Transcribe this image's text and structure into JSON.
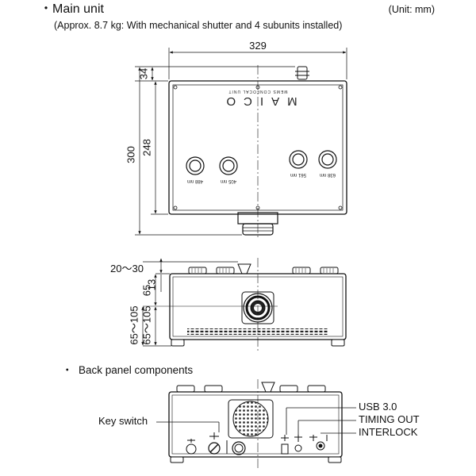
{
  "header": {
    "bullet": "・",
    "title": "Main unit",
    "unit": "(Unit: mm)",
    "note": "(Approx. 8.7 kg: With mechanical shutter and 4 subunits installed)"
  },
  "top_view": {
    "dimensions": {
      "width": "329",
      "top_offset": "34",
      "height_inner": "248",
      "height_total": "300"
    },
    "brand": "MAICO",
    "brand_sub": "MEMS CONFOCAL UNIT",
    "port_labels": [
      "488 nm",
      "405 nm",
      "561 nm",
      "638 nm"
    ]
  },
  "front_view": {
    "dimensions": {
      "knob_range": "20～30",
      "knob_height": "13",
      "center_height": "65",
      "body_range": "65～105",
      "body_height": "65～105"
    }
  },
  "back_panel": {
    "bullet": "・",
    "title": "Back panel components",
    "labels": {
      "key_switch": "Key switch",
      "usb": "USB 3.0",
      "timing_out": "TIMING OUT",
      "interlock": "INTERLOCK"
    }
  }
}
